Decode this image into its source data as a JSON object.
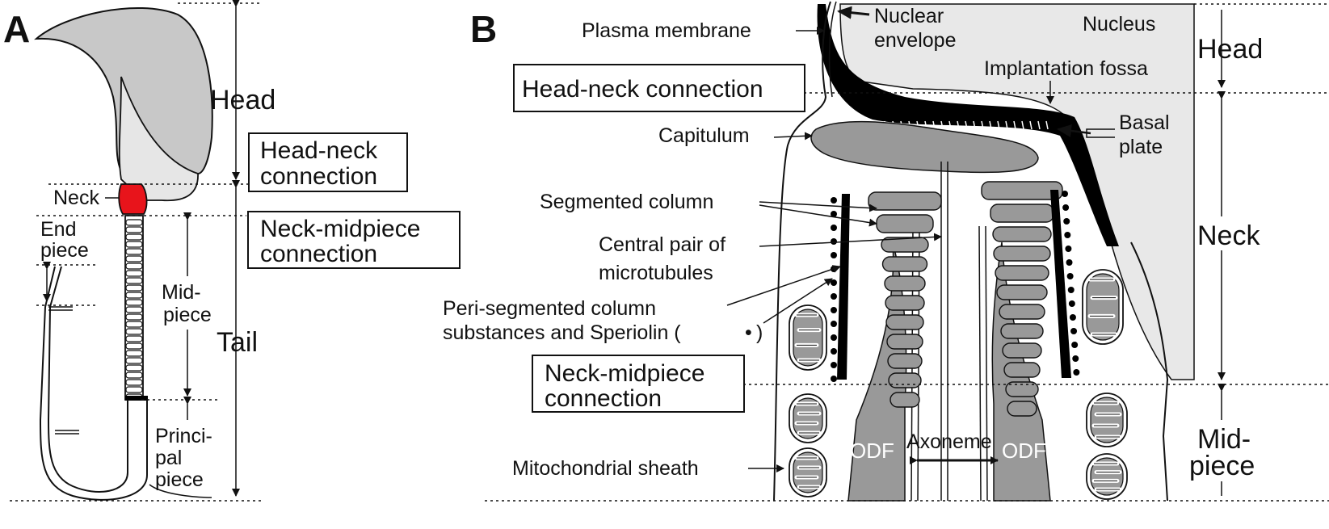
{
  "panel_a": {
    "letter": "A",
    "labels": {
      "head": "Head",
      "neck": "Neck",
      "end_piece_1": "End",
      "end_piece_2": "piece",
      "midpiece_1": "Mid-",
      "midpiece_2": "piece",
      "tail": "Tail",
      "principal_1": "Princi-",
      "principal_2": "pal",
      "principal_3": "piece"
    },
    "boxes": {
      "head_neck_1": "Head-neck",
      "head_neck_2": "connection",
      "neck_mid_1": "Neck-midpiece",
      "neck_mid_2": "connection"
    },
    "colors": {
      "neck_fill": "#e8141b",
      "head_fill": "#c8c8c8",
      "head_light": "#e6e6e6"
    }
  },
  "panel_b": {
    "letter": "B",
    "labels": {
      "plasma_membrane": "Plasma membrane",
      "nuclear_envelope_1": "Nuclear",
      "nuclear_envelope_2": "envelope",
      "nucleus": "Nucleus",
      "implantation_fossa": "Implantation fossa",
      "capitulum": "Capitulum",
      "basal_plate_1": "Basal",
      "basal_plate_2": "plate",
      "segmented_column": "Segmented column",
      "central_pair_1": "Central pair of",
      "central_pair_2": "microtubules",
      "peri_1": "Peri-segmented column",
      "peri_2": "substances and Speriolin (",
      "peri_dot": "•",
      "peri_close": ")",
      "mito_sheath": "Mitochondrial sheath",
      "odf_left": "ODF",
      "odf_right": "ODF",
      "axoneme": "Axoneme"
    },
    "boxes": {
      "head_neck": "Head-neck connection",
      "neck_mid_1": "Neck-midpiece",
      "neck_mid_2": "connection"
    },
    "side_labels": {
      "head": "Head",
      "neck": "Neck",
      "midpiece_1": "Mid-",
      "midpiece_2": "piece"
    },
    "colors": {
      "nucleus_fill": "#e8e8e8",
      "structure_fill": "#999999",
      "black": "#000000"
    }
  }
}
